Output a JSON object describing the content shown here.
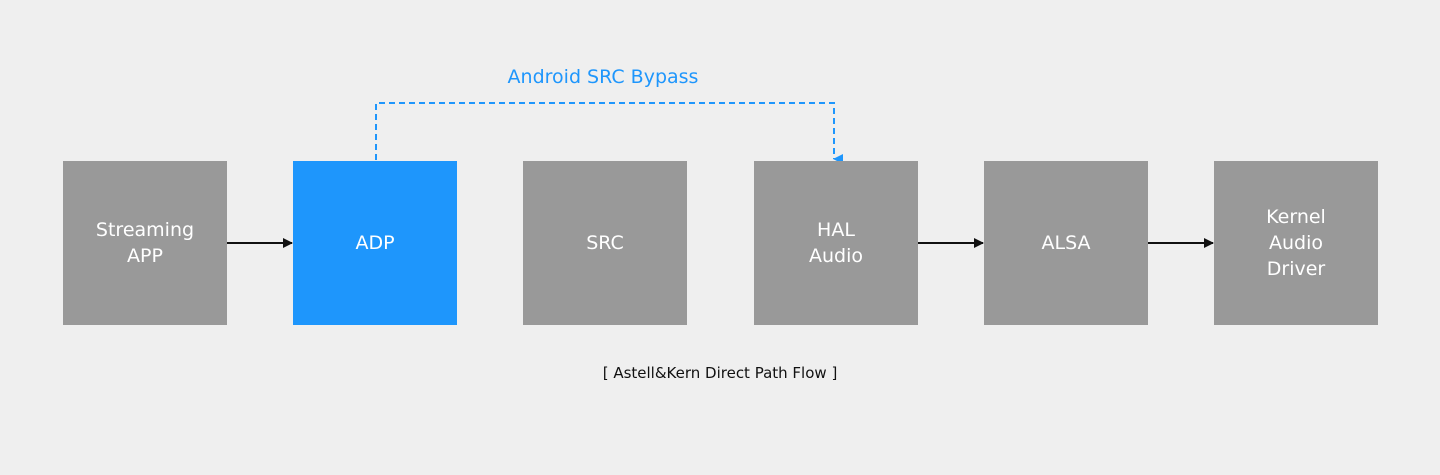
{
  "colors": {
    "background": "#efefef",
    "box": "#999999",
    "highlight": "#1e96fc",
    "arrow": "#111111",
    "bypass": "#1e96fc",
    "box_text": "#ffffff",
    "caption_text": "#111111"
  },
  "nodes": [
    {
      "id": "streaming-app",
      "lines": [
        "Streaming",
        "APP"
      ],
      "highlight": false
    },
    {
      "id": "adp",
      "lines": [
        "ADP"
      ],
      "highlight": true
    },
    {
      "id": "src",
      "lines": [
        "SRC"
      ],
      "highlight": false
    },
    {
      "id": "hal-audio",
      "lines": [
        "HAL",
        "Audio"
      ],
      "highlight": false
    },
    {
      "id": "alsa",
      "lines": [
        "ALSA"
      ],
      "highlight": false
    },
    {
      "id": "kernel-audio-driver",
      "lines": [
        "Kernel",
        "Audio",
        "Driver"
      ],
      "highlight": false
    }
  ],
  "edges": [
    {
      "from": "streaming-app",
      "to": "adp",
      "style": "solid"
    },
    {
      "from": "hal-audio",
      "to": "alsa",
      "style": "solid"
    },
    {
      "from": "alsa",
      "to": "kernel-audio-driver",
      "style": "solid"
    },
    {
      "from": "adp",
      "to": "hal-audio",
      "style": "dashed"
    }
  ],
  "bypass": {
    "label": "Android SRC Bypass"
  },
  "caption": "[ Astell&Kern Direct Path Flow ]"
}
